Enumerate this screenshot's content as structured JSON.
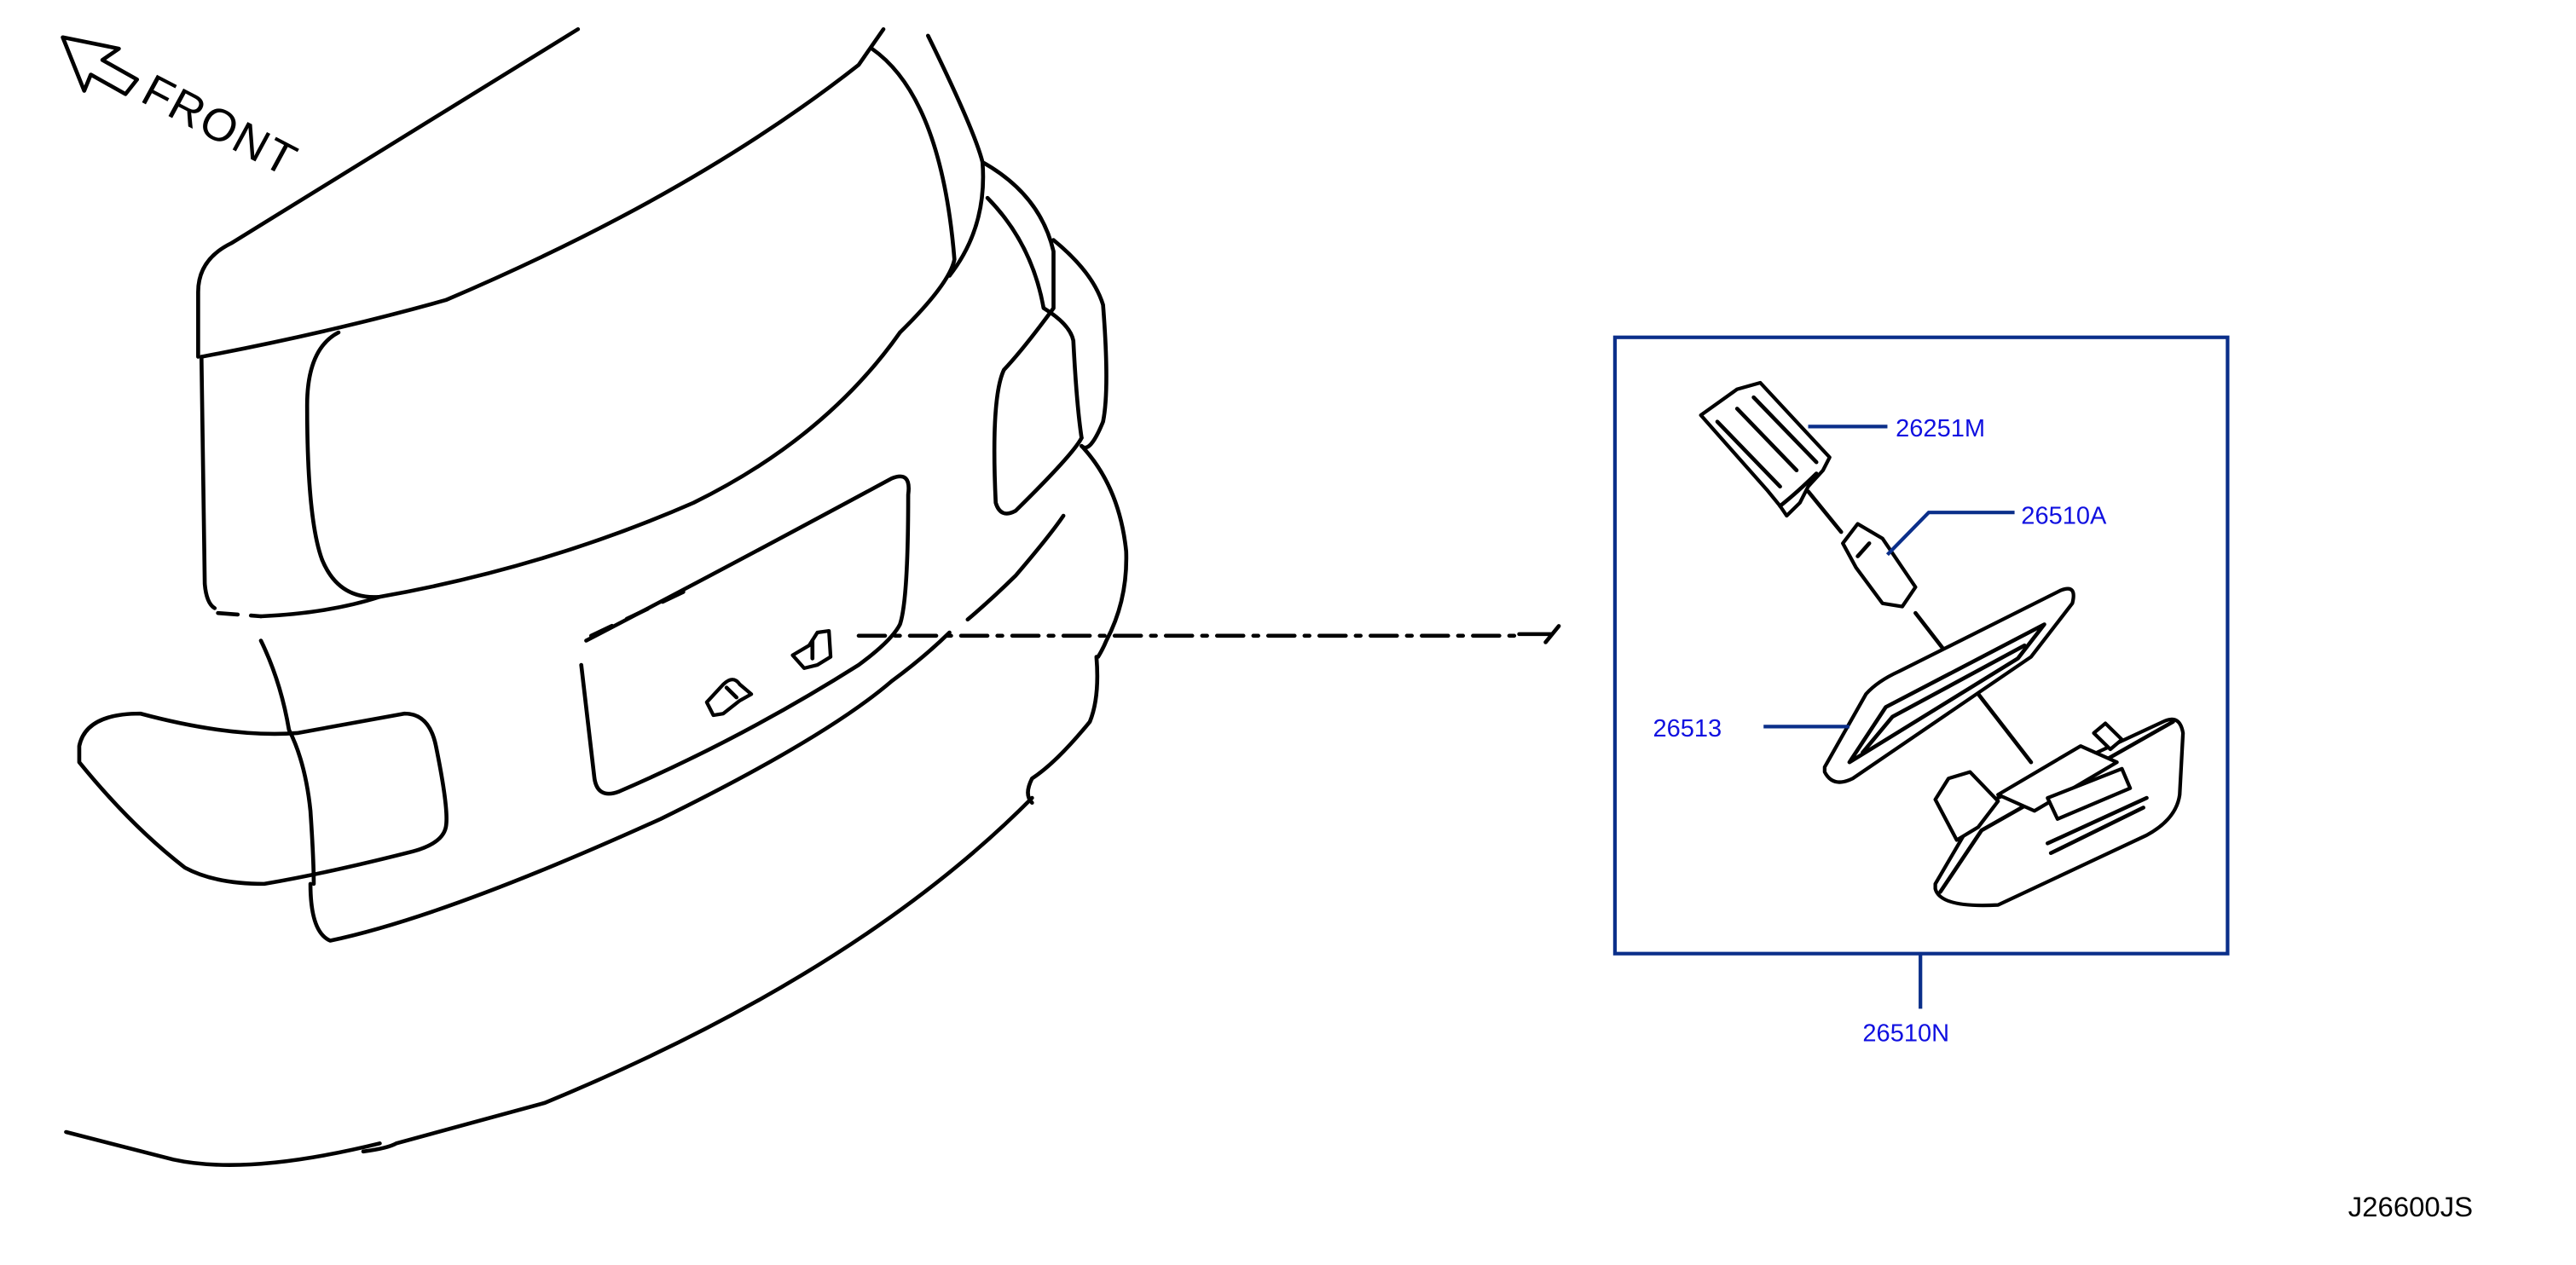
{
  "diagram": {
    "front_label": "FRONT",
    "diagram_code": "J26600JS",
    "colors": {
      "callout": "#1010e0",
      "frame": "#0b2f8a",
      "drawing": "#000000"
    },
    "callouts": {
      "socket": "26251M",
      "bulb": "26510A",
      "lens": "26513",
      "assembly": "26510N"
    }
  }
}
